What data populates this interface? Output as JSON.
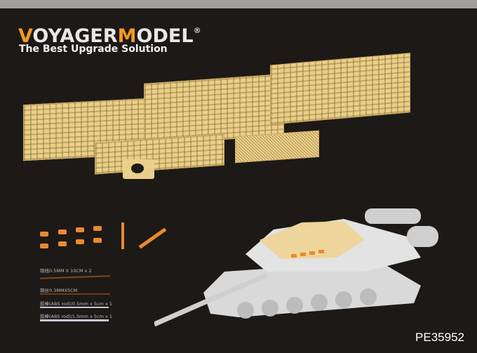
{
  "brand": {
    "name_first": "V",
    "name_mid": "OYAGER",
    "name_m": "M",
    "name_end": "ODEL",
    "registered": "®",
    "tagline": "The Best Upgrade Solution"
  },
  "accessories": [
    {
      "label": "铜线0.5MM X 10CM x 2"
    },
    {
      "label": "铜丝0.3MMX5CM"
    },
    {
      "label": "胶棒(ABS rod)/0.5mm x 5cm x 1"
    },
    {
      "label": "胶棒(ABS rod)/1.0mm x 5cm x 1"
    }
  ],
  "product_code": "PE35952",
  "colors": {
    "brand_orange": "#f39a1d",
    "etch_brass": "#e9cf8a",
    "resin_orange": "#e98a2d",
    "background": "#1d1917"
  }
}
